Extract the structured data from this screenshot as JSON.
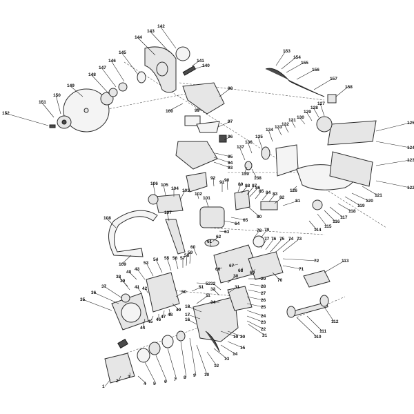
{
  "diagram": {
    "labels": [
      "1",
      "2",
      "3",
      "4",
      "5",
      "6",
      "7",
      "8",
      "9",
      "10",
      "11",
      "12",
      "13",
      "14",
      "15",
      "16",
      "17",
      "18",
      "19",
      "20",
      "21",
      "22",
      "23",
      "24",
      "25",
      "26",
      "27",
      "28",
      "29",
      "30",
      "31",
      "32",
      "33",
      "34",
      "35",
      "36",
      "37",
      "38",
      "39",
      "40",
      "41",
      "42",
      "43",
      "44",
      "45",
      "46",
      "47",
      "48",
      "49",
      "50",
      "51",
      "52",
      "53",
      "54",
      "55",
      "56",
      "57",
      "58",
      "59",
      "60",
      "61",
      "62",
      "63",
      "64",
      "65",
      "66",
      "67",
      "68",
      "69",
      "70",
      "71",
      "72",
      "73",
      "74",
      "75",
      "76",
      "77",
      "78",
      "79",
      "80",
      "81",
      "82",
      "83",
      "84",
      "85",
      "86",
      "87",
      "88",
      "89",
      "90",
      "91",
      "92",
      "93",
      "94",
      "95",
      "96",
      "97",
      "98",
      "99",
      "100",
      "101",
      "102",
      "103",
      "104",
      "105",
      "106",
      "107",
      "108",
      "109",
      "110",
      "111",
      "112",
      "113",
      "114",
      "115",
      "116",
      "117",
      "118",
      "119",
      "120",
      "121",
      "122",
      "123",
      "124",
      "125",
      "126",
      "127",
      "128",
      "129",
      "130",
      "131",
      "132",
      "133",
      "134",
      "135",
      "136",
      "137",
      "138",
      "139",
      "140",
      "141",
      "142",
      "143",
      "144",
      "145",
      "146",
      "147",
      "148",
      "149",
      "150",
      "151",
      "152",
      "153",
      "154",
      "155",
      "156",
      "157",
      "158"
    ]
  }
}
